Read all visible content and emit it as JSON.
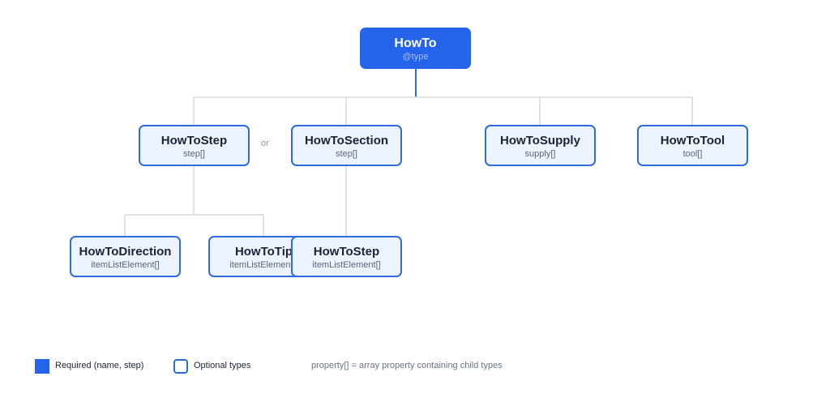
{
  "nodes": {
    "howto": {
      "title": "HowTo",
      "prop": "@type"
    },
    "howto_step": {
      "title": "HowToStep",
      "prop": "step[]"
    },
    "howto_section": {
      "title": "HowToSection",
      "prop": "step[]"
    },
    "howto_supply": {
      "title": "HowToSupply",
      "prop": "supply[]"
    },
    "howto_tool": {
      "title": "HowToTool",
      "prop": "tool[]"
    },
    "howto_direction": {
      "title": "HowToDirection",
      "prop": "itemListElement[]"
    },
    "howto_tip": {
      "title": "HowToTip",
      "prop": "itemListElement[]"
    },
    "section_step": {
      "title": "HowToStep",
      "prop": "itemListElement[]"
    }
  },
  "connector_label": "or",
  "legend": {
    "required": "Required (name, step)",
    "optional": "Optional types",
    "note": "property[] = array property containing child types"
  },
  "colors": {
    "primary": "#2563eb",
    "node_border": "#2f6bdc",
    "node_fill": "#eef4ff",
    "connector": "#d3d8e2"
  }
}
